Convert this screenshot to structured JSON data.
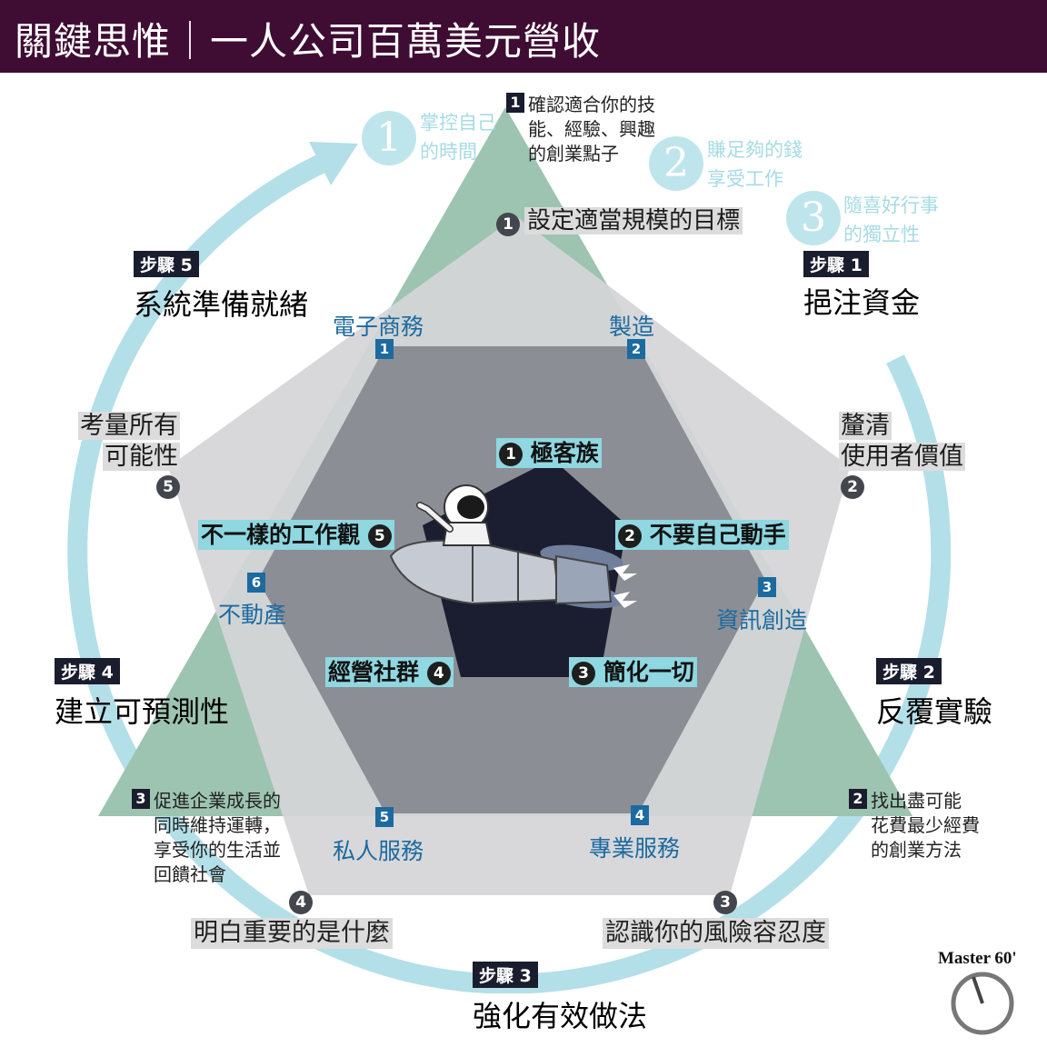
{
  "header": {
    "title": "關鍵思惟｜一人公司百萬美元營收"
  },
  "top_note": {
    "num": "1",
    "text": [
      "確認適合你的技",
      "能、經驗、興趣",
      "的創業點子"
    ]
  },
  "goals": [
    {
      "num": "1",
      "lines": [
        "掌控自己",
        "的時間"
      ]
    },
    {
      "num": "2",
      "lines": [
        "賺足夠的錢",
        "享受工作"
      ]
    },
    {
      "num": "3",
      "lines": [
        "隨喜好行事",
        "的獨立性"
      ]
    }
  ],
  "pentagon_items": [
    {
      "num": "1",
      "label": "設定適當規模的目標"
    },
    {
      "num": "2",
      "label": "釐清使用者價值",
      "lines": [
        "釐清",
        "使用者價值"
      ]
    },
    {
      "num": "3",
      "label": "認識你的風險容忍度"
    },
    {
      "num": "4",
      "label": "明白重要的是什麼"
    },
    {
      "num": "5",
      "label": "考量所有可能性",
      "lines": [
        "考量所有",
        "可能性"
      ]
    }
  ],
  "steps": [
    {
      "tag": "步驟 1",
      "label": "挹注資金"
    },
    {
      "tag": "步驟 2",
      "label": "反覆實驗"
    },
    {
      "tag": "步驟 3",
      "label": "強化有效做法"
    },
    {
      "tag": "步驟 4",
      "label": "建立可預測性"
    },
    {
      "tag": "步驟 5",
      "label": "系統準備就緒"
    }
  ],
  "hex_items": [
    {
      "num": "1",
      "label": "電子商務"
    },
    {
      "num": "2",
      "label": "製造"
    },
    {
      "num": "3",
      "label": "資訊創造"
    },
    {
      "num": "4",
      "label": "專業服務"
    },
    {
      "num": "5",
      "label": "私人服務"
    },
    {
      "num": "6",
      "label": "不動產"
    }
  ],
  "inner_items": [
    {
      "num": "1",
      "label": "極客族"
    },
    {
      "num": "2",
      "label": "不要自己動手"
    },
    {
      "num": "3",
      "label": "簡化一切"
    },
    {
      "num": "4",
      "label": "經營社群"
    },
    {
      "num": "5",
      "label": "不一樣的工作觀"
    }
  ],
  "triangle_notes": [
    {
      "num": "2",
      "lines": [
        "找出盡可能",
        "花費最少經費",
        "的創業方法"
      ]
    },
    {
      "num": "3",
      "lines": [
        "促進企業成長的",
        "同時維持運轉，",
        "享受你的生活並",
        "回饋社會"
      ]
    }
  ],
  "brand": {
    "name": "Master 60'"
  },
  "colors": {
    "header_bg": "#3f0c33",
    "ring": "#b3dfe8",
    "triangle": "#9dc4b1",
    "pentagon": "#d5d5d7",
    "hexagon": "#8b8e95",
    "core": "#1b1e30",
    "hex_label_bg": "#8fd7e1",
    "blue_text": "#1c6aa0"
  }
}
